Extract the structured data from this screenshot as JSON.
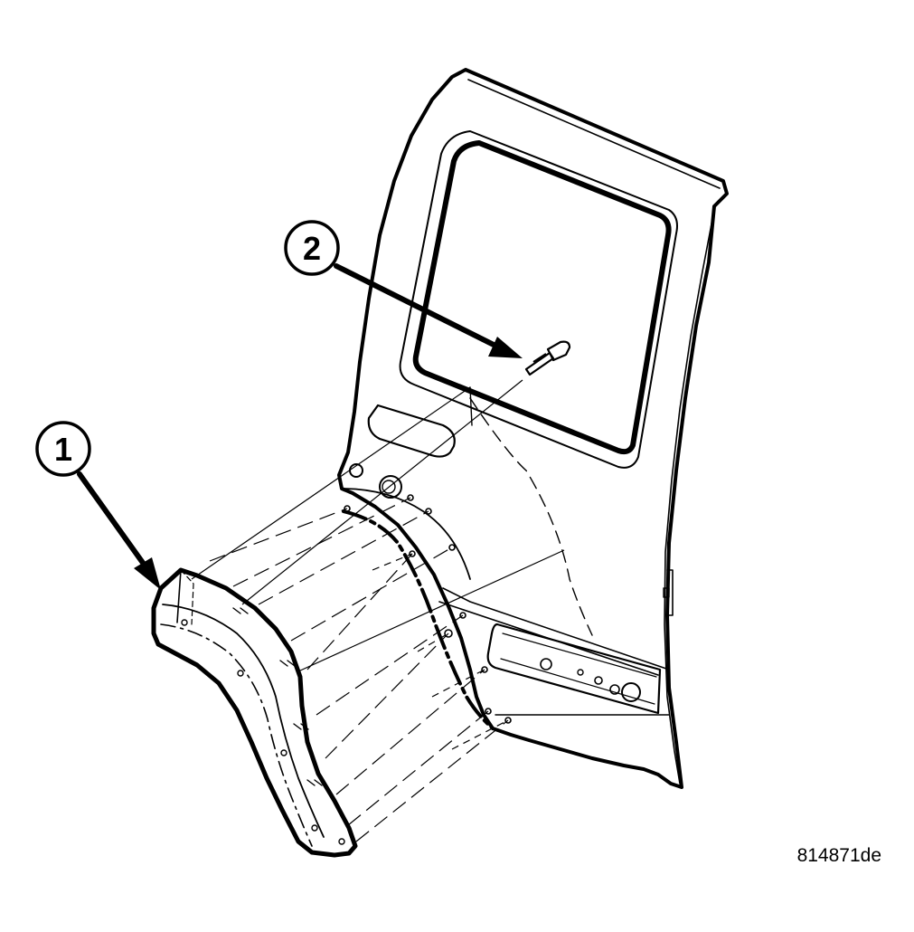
{
  "callouts": [
    {
      "number": "1"
    },
    {
      "number": "2"
    }
  ],
  "figure_id": "814871de"
}
